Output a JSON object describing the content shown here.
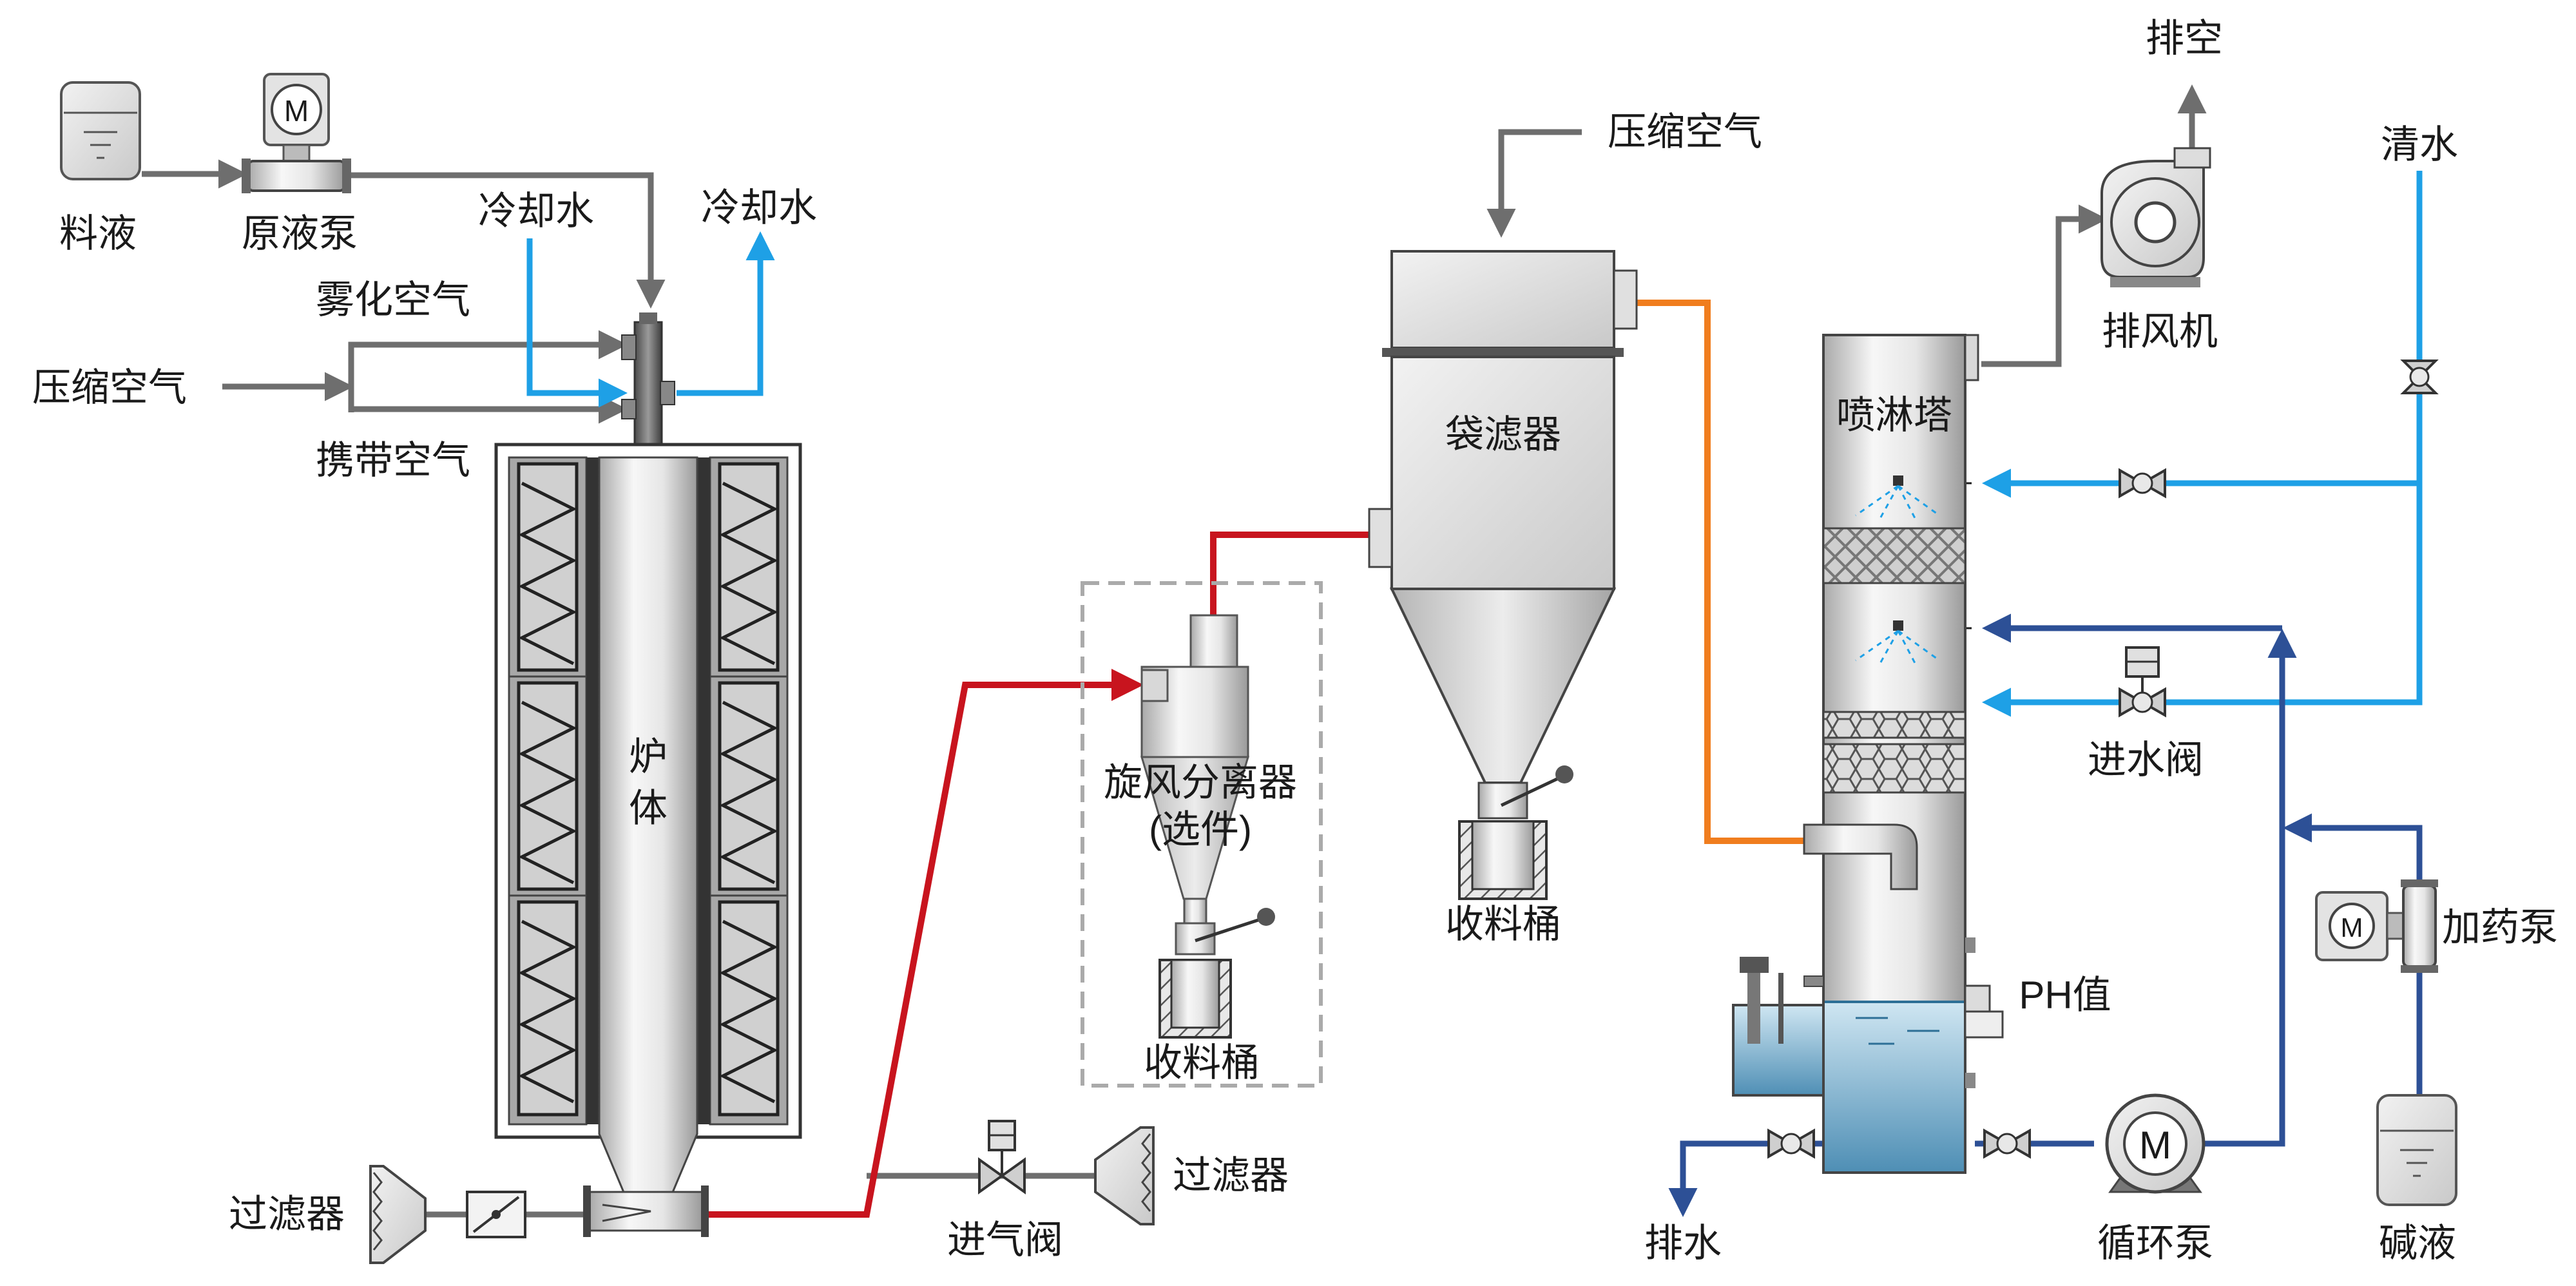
{
  "labels": {
    "feed_liquid": "料液",
    "feed_pump": "原液泵",
    "cooling_water_in": "冷却水",
    "cooling_water_out": "冷却水",
    "atomizing_air": "雾化空气",
    "compressed_air_left": "压缩空气",
    "carrier_air": "携带空气",
    "furnace_line1": "炉",
    "furnace_line2": "体",
    "filter_left": "过滤器",
    "intake_valve": "进气阀",
    "filter_mid": "过滤器",
    "cyclone_line1": "旋风分离器",
    "cyclone_line2": "(选件)",
    "collector_cyclone": "收料桶",
    "compressed_air_bag": "压缩空气",
    "bag_filter": "袋滤器",
    "collector_bag": "收料桶",
    "vent": "排空",
    "exhaust_fan": "排风机",
    "clean_water": "清水",
    "spray_tower": "喷淋塔",
    "inlet_valve": "进水阀",
    "dosing_pump": "加药泵",
    "ph_value": "PH值",
    "drain": "排水",
    "circulation_pump": "循环泵",
    "alkali": "碱液"
  },
  "icons": {
    "motor": "M"
  },
  "colors": {
    "gas_hot": "#c8141e",
    "gas_warm": "#f07d1e",
    "cooling_water": "#1ea0e6",
    "circulation": "#2d5096",
    "utility": "#6e6e6e",
    "tower_liquid": "#5a96b9"
  }
}
